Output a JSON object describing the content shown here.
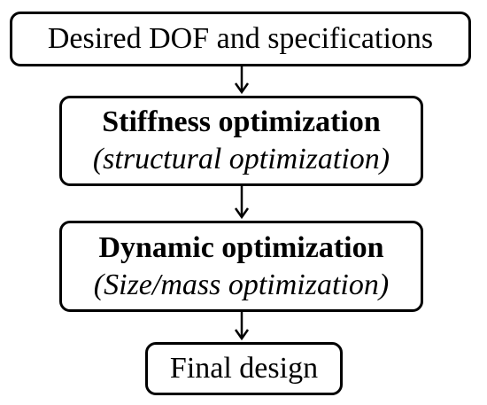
{
  "flowchart": {
    "steps": [
      {
        "title": "Desired DOF and specifications",
        "subtitle": ""
      },
      {
        "title": "Stiffness optimization",
        "subtitle": "(structural optimization)"
      },
      {
        "title": "Dynamic optimization",
        "subtitle": "(Size/mass optimization)"
      },
      {
        "title": "Final design",
        "subtitle": ""
      }
    ],
    "colors": {
      "stroke": "#000000",
      "background": "#ffffff",
      "text": "#000000"
    }
  }
}
